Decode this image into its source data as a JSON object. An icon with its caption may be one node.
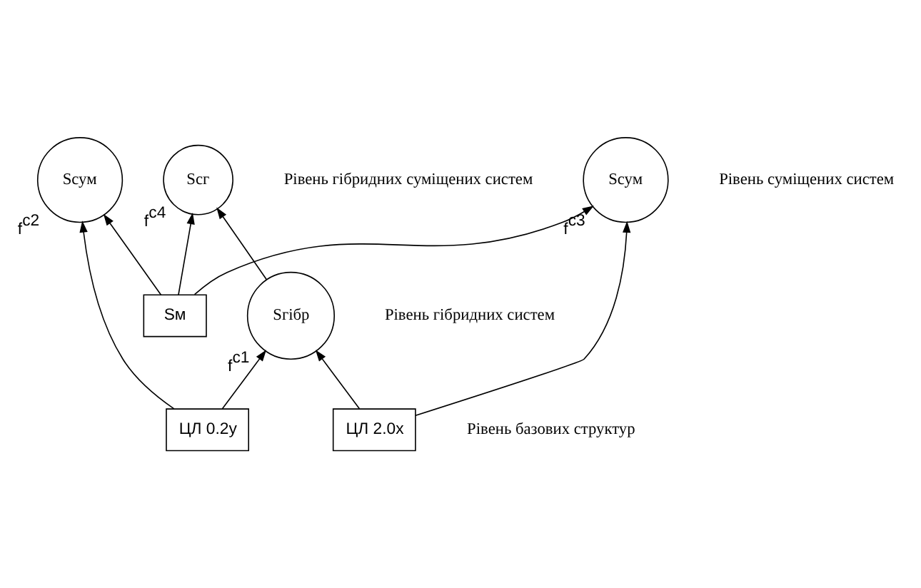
{
  "diagram": {
    "nodes": [
      {
        "text": [
          "Sсг"
        ],
        "beside": [
          "f$^{c4}$"
        ]
      },
      {
        "text": [
          "Sсум"
        ],
        "beside": [
          "f$^{c2}$"
        ]
      },
      {
        "text": [
          "Sсум"
        ],
        "beside": [
          "f$^{c3}$"
        ]
      },
      {
        "text": [
          "Sгібр"
        ],
        "beside": [
          "f$^{c1}$"
        ]
      },
      {
        "text": [
          "Sм"
        ]
      },
      {
        "text": [
          "ЦЛ 0.2y"
        ]
      },
      {
        "text": [
          "ЦЛ 2.0x"
        ]
      }
    ],
    "edges": [
      {
        "from": 4,
        "to": 0,
        "arrow": "to"
      },
      {
        "from": 3,
        "to": 0,
        "arrow": "to"
      },
      {
        "from": 4,
        "to": 1,
        "arrow": "to"
      },
      {
        "from": 5,
        "to": 1,
        "arrow": "to"
      },
      {
        "from": 4,
        "to": 2,
        "arrow": "to"
      },
      {
        "from": 6,
        "to": 2,
        "arrow": "to"
      },
      {
        "from": 5,
        "to": 3,
        "arrow": "to"
      },
      {
        "from": 6,
        "to": 3,
        "arrow": "to"
      }
    ],
    "labels": [
      "Рівень гібридних суміщених систем",
      "Рівень суміщених систем",
      "Рівень гібридних систем",
      "Рівень базових структур"
    ]
  }
}
